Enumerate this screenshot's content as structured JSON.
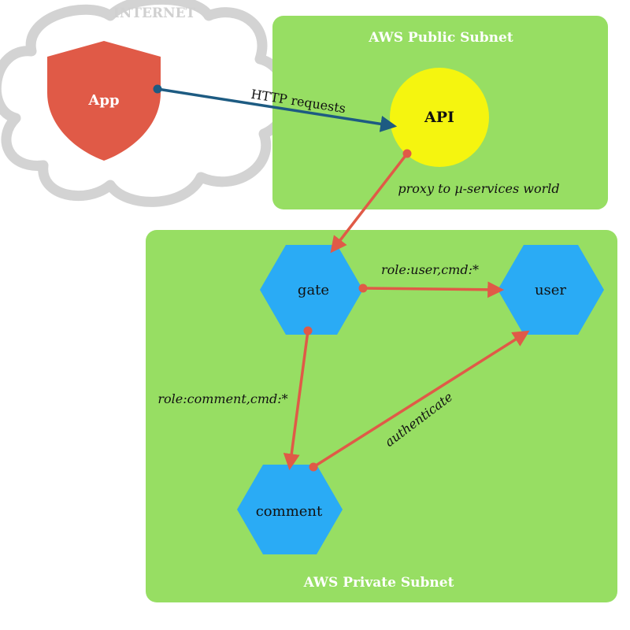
{
  "internet_label": "INTERNET",
  "public_subnet": {
    "title": "AWS Public Subnet"
  },
  "private_subnet": {
    "title": "AWS Private Subnet"
  },
  "nodes": {
    "app": "App",
    "api": "API",
    "gate": "gate",
    "user": "user",
    "comment": "comment"
  },
  "edges": {
    "app_to_api": "HTTP requests",
    "api_to_gate": "proxy to µ-services world",
    "gate_to_user": "role:user,cmd:*",
    "gate_to_comment": "role:comment,cmd:*",
    "comment_to_user": "authenticate"
  },
  "colors": {
    "subnet_green": "#97de63",
    "app_red": "#e05a47",
    "api_yellow": "#f5f50f",
    "service_blue": "#2aabf5",
    "edge_red": "#e05a47",
    "edge_dark_blue": "#1d5b82",
    "cloud_gray": "#d3d3d3"
  }
}
